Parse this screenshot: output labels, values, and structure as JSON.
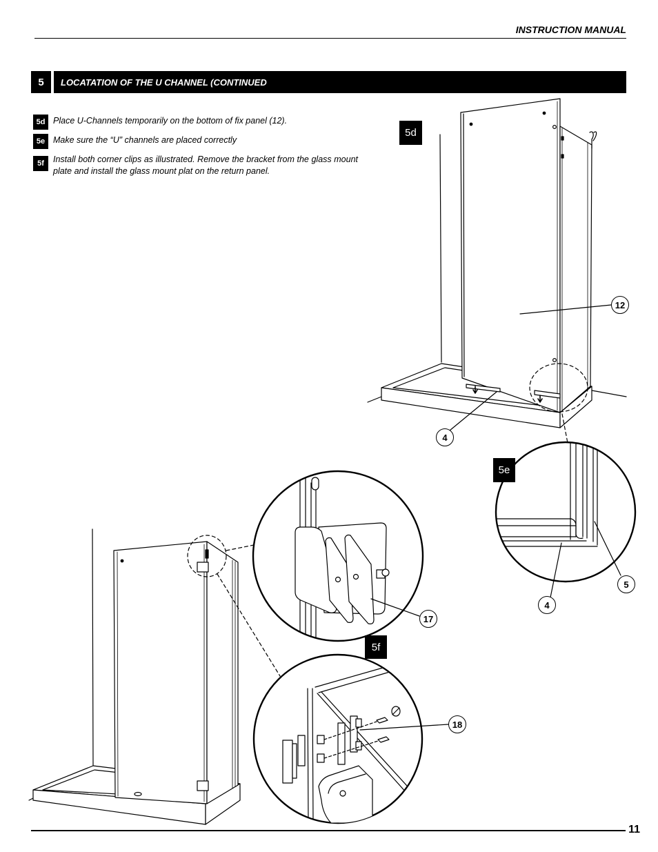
{
  "header": {
    "title": "INSTRUCTION MANUAL"
  },
  "section": {
    "number": "5",
    "title": "LOCATATION OF THE U CHANNEL (CONTINUED"
  },
  "steps": [
    {
      "id": "5d",
      "text": "Place U-Channels temporarily on the bottom of fix panel (12)."
    },
    {
      "id": "5e",
      "text": "Make sure the “U” channels are placed correctly"
    },
    {
      "id": "5f",
      "text": "Install both corner clips as illustrated. Remove the bracket from the glass mount plate and install the glass mount plat on the return panel."
    }
  ],
  "figures": {
    "fig_5d": "5d",
    "fig_5e": "5e",
    "fig_5f": "5f"
  },
  "callouts": {
    "c12": "12",
    "c4a": "4",
    "c4b": "4",
    "c5": "5",
    "c17": "17",
    "c18": "18"
  },
  "footer": {
    "page_number": "11"
  }
}
